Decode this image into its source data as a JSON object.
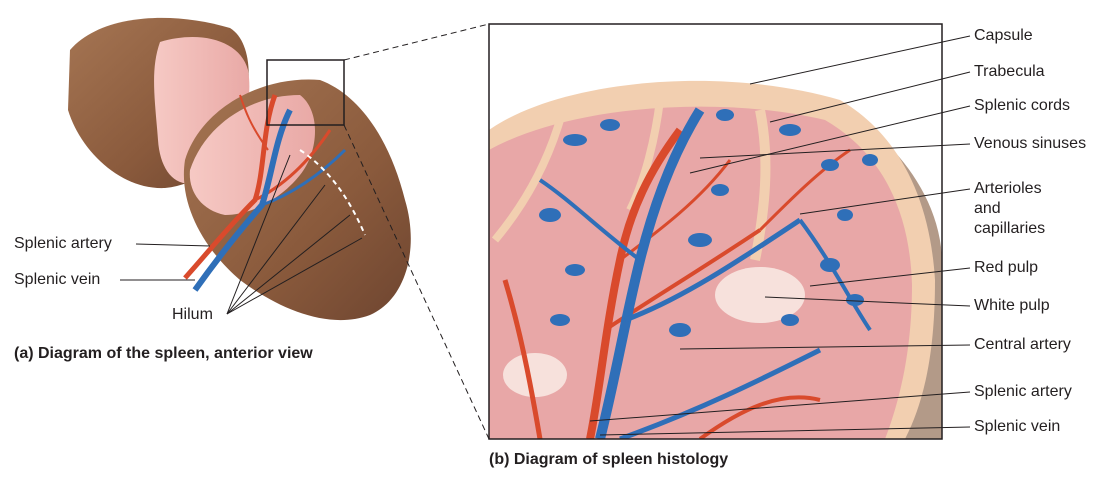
{
  "panel_a": {
    "caption": "(a) Diagram of the spleen, anterior view",
    "labels": {
      "splenic_artery": "Splenic artery",
      "splenic_vein": "Splenic vein",
      "hilum": "Hilum"
    }
  },
  "panel_b": {
    "caption": "(b) Diagram of spleen histology",
    "labels": {
      "capsule": "Capsule",
      "trabecula": "Trabecula",
      "splenic_cords": "Splenic cords",
      "venous_sinuses": "Venous sinuses",
      "arterioles_line1": "Arterioles",
      "arterioles_line2": "and",
      "arterioles_line3": "capillaries",
      "red_pulp": "Red pulp",
      "white_pulp": "White pulp",
      "central_artery": "Central artery",
      "splenic_artery": "Splenic artery",
      "splenic_vein": "Splenic vein"
    }
  },
  "colors": {
    "capsule": "#f2cfb0",
    "red_pulp": "#e8a7a7",
    "white_pulp": "#f7e1dc",
    "artery": "#d94a2c",
    "vein": "#2f6fb8",
    "spleen_surface": "#8a5a3c",
    "leader_line": "#231f20"
  }
}
